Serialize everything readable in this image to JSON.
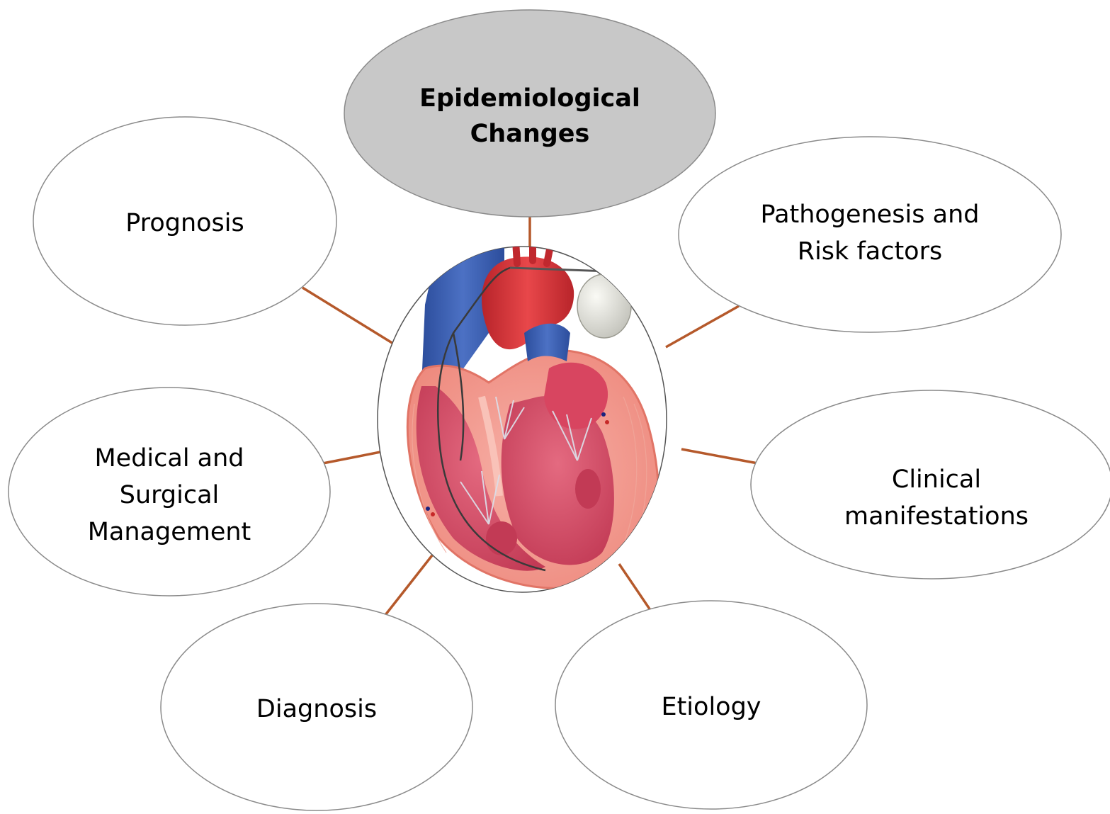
{
  "colors": {
    "connector": "#b5592b",
    "ellipse_stroke": "#8a8a8a",
    "center_node_fill": "#c8c8c8",
    "outer_node_fill": "#ffffff"
  },
  "center_image": {
    "description_icon": "heart-cross-section-with-pacemaker-icon"
  },
  "nodes": {
    "center": {
      "line1": "Epidemiological",
      "line2": "Changes"
    },
    "prognosis": {
      "line1": "Prognosis"
    },
    "pathogenesis": {
      "line1": "Pathogenesis and",
      "line2": "Risk factors"
    },
    "management": {
      "line1": "Medical and",
      "line2": "Surgical",
      "line3": "Management"
    },
    "clinical": {
      "line1": "Clinical",
      "line2": "manifestations"
    },
    "diagnosis": {
      "line1": "Diagnosis"
    },
    "etiology": {
      "line1": "Etiology"
    }
  }
}
